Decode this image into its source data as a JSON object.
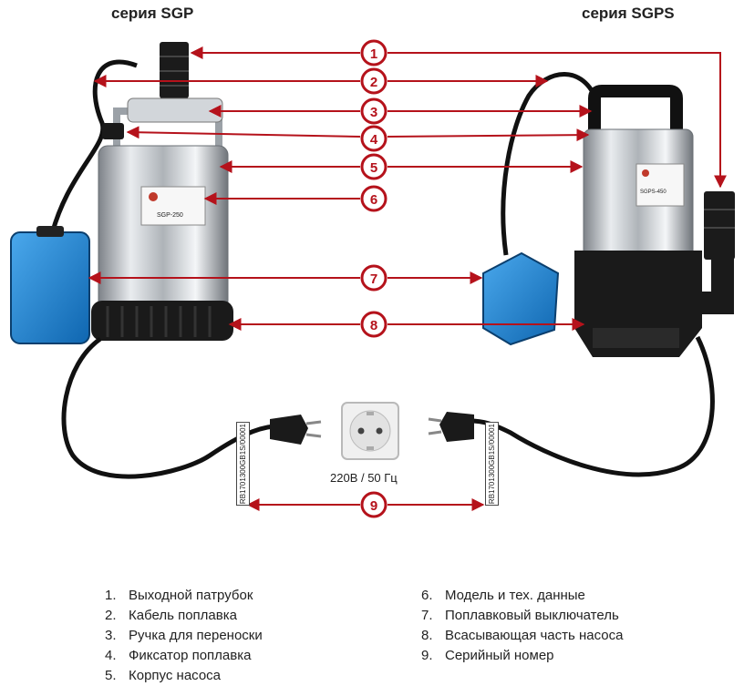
{
  "titles": {
    "left": "серия SGP",
    "right": "серия SGPS"
  },
  "pump_labels": {
    "left": "SGP-250",
    "right": "SGPS-450"
  },
  "socket_label": "220В / 50 Гц",
  "serial_label": "RB1701300GB1S/00001",
  "callouts": [
    "1",
    "2",
    "3",
    "4",
    "5",
    "6",
    "7",
    "8",
    "9"
  ],
  "legend": {
    "left": [
      {
        "num": "1.",
        "text": "Выходной патрубок"
      },
      {
        "num": "2.",
        "text": "Кабель поплавка"
      },
      {
        "num": "3.",
        "text": "Ручка для переноски"
      },
      {
        "num": "4.",
        "text": "Фиксатор поплавка"
      },
      {
        "num": "5.",
        "text": "Корпус насоса"
      }
    ],
    "right": [
      {
        "num": "6.",
        "text": "Модель и тех. данные"
      },
      {
        "num": "7.",
        "text": "Поплавковый выключатель"
      },
      {
        "num": "8.",
        "text": "Всасывающая часть насоса"
      },
      {
        "num": "9.",
        "text": "Серийный номер"
      }
    ]
  },
  "colors": {
    "callout_red": "#b5121b",
    "float_blue": "#1e88d6",
    "body_black": "#1a1a1a",
    "steel": "#c9cdd1"
  }
}
